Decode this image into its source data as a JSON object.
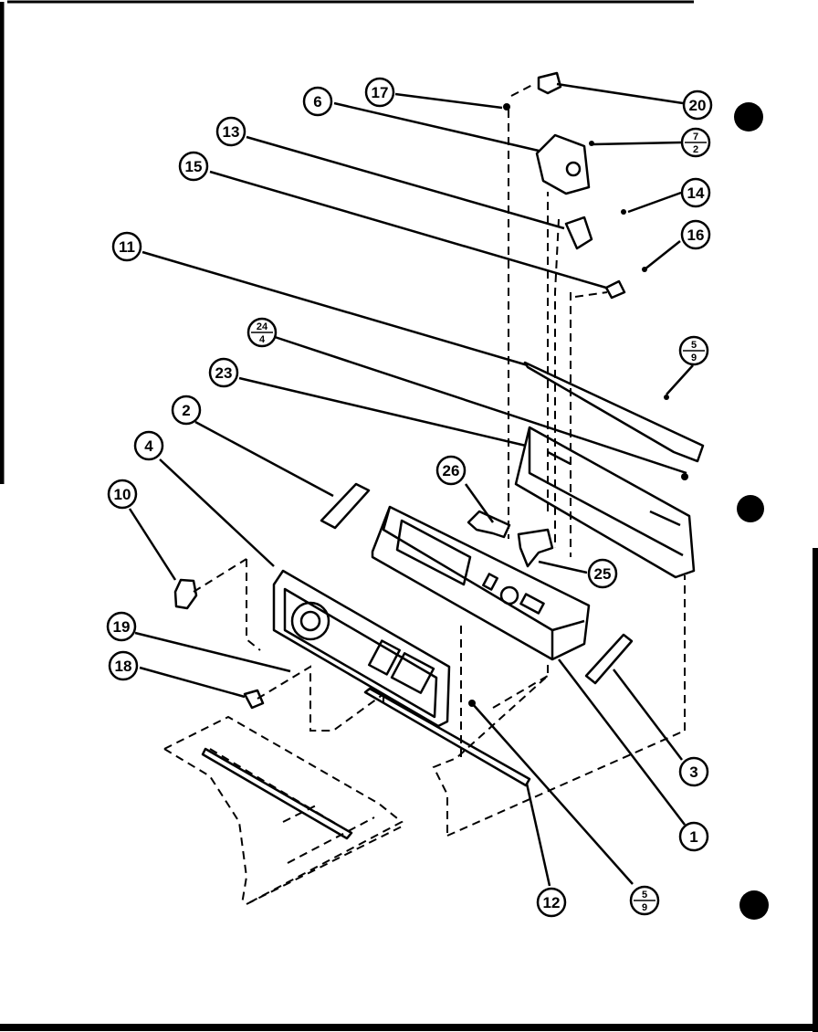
{
  "callouts": [
    {
      "id": "c1",
      "label": "1"
    },
    {
      "id": "c2",
      "label": "2"
    },
    {
      "id": "c3",
      "label": "3"
    },
    {
      "id": "c4",
      "label": "4"
    },
    {
      "id": "c6",
      "label": "6"
    },
    {
      "id": "c10",
      "label": "10"
    },
    {
      "id": "c11",
      "label": "11"
    },
    {
      "id": "c12",
      "label": "12"
    },
    {
      "id": "c13",
      "label": "13"
    },
    {
      "id": "c14",
      "label": "14"
    },
    {
      "id": "c15",
      "label": "15"
    },
    {
      "id": "c16",
      "label": "16"
    },
    {
      "id": "c17",
      "label": "17"
    },
    {
      "id": "c18",
      "label": "18"
    },
    {
      "id": "c19",
      "label": "19"
    },
    {
      "id": "c20",
      "label": "20"
    },
    {
      "id": "c23",
      "label": "23"
    },
    {
      "id": "c25",
      "label": "25"
    },
    {
      "id": "c26",
      "label": "26"
    }
  ],
  "fraction_callouts": [
    {
      "id": "f7-2",
      "top": "7",
      "bottom": "2"
    },
    {
      "id": "f24-4",
      "top": "24",
      "bottom": "4"
    },
    {
      "id": "f5-9-upper",
      "top": "5",
      "bottom": "9"
    },
    {
      "id": "f5-9-lower",
      "top": "5",
      "bottom": "9"
    }
  ],
  "colors": {
    "ink": "#000000",
    "paper": "#ffffff"
  }
}
